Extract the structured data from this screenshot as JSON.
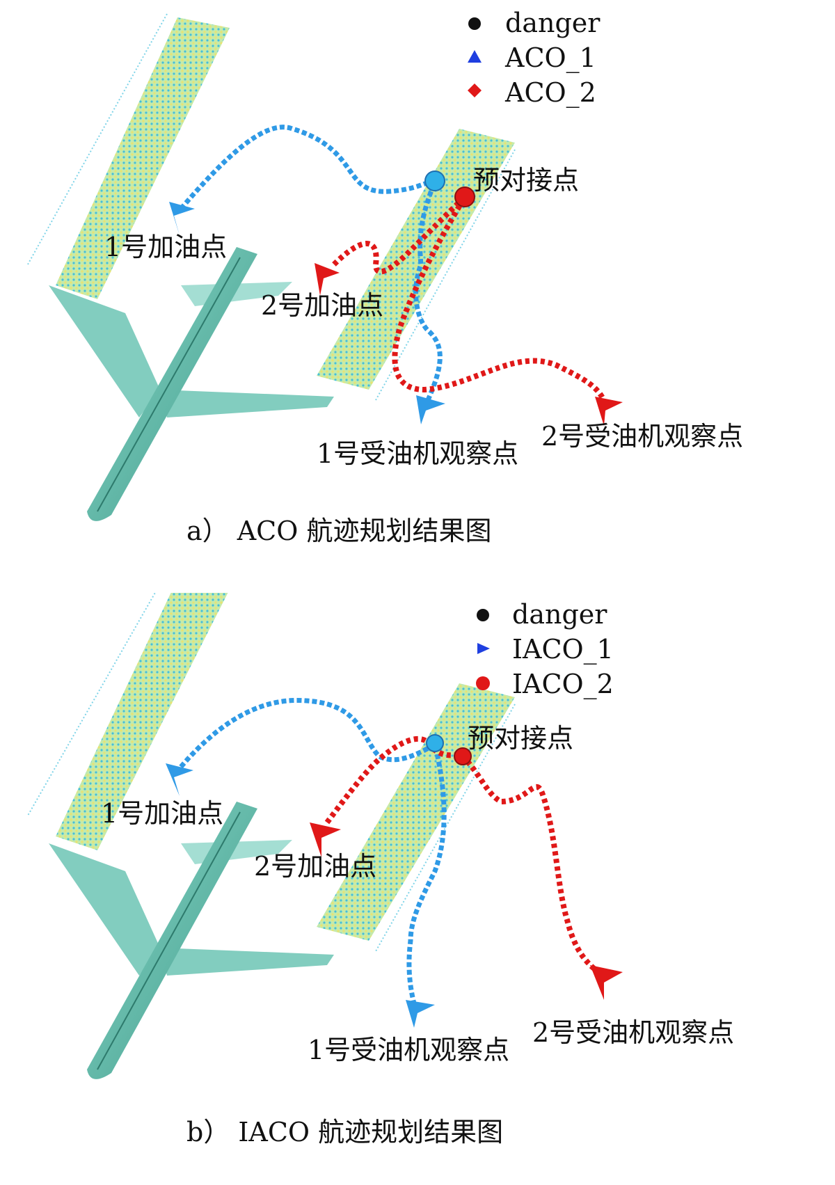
{
  "colors": {
    "danger": "#111111",
    "route1": "#2f9ae6",
    "route1_marker": "#1f3fe0",
    "route2": "#e01818",
    "aircraft": "#5bb8a8",
    "danger_band": "#7fd4e8"
  },
  "panels": [
    {
      "legend": [
        {
          "label": "danger",
          "marker": "dot-black"
        },
        {
          "label": "ACO_1",
          "marker": "triangle-blue"
        },
        {
          "label": "ACO_2",
          "marker": "diamond-red"
        }
      ],
      "labels": {
        "docking": "预对接点",
        "refuel1": "1号加油点",
        "refuel2": "2号加油点",
        "observe1": "1号受油机观察点",
        "observe2": "2号受油机观察点"
      },
      "caption": "a） ACO 航迹规划结果图"
    },
    {
      "legend": [
        {
          "label": "danger",
          "marker": "dot-black"
        },
        {
          "label": "IACO_1",
          "marker": "triangle-blue"
        },
        {
          "label": "IACO_2",
          "marker": "dot-red"
        }
      ],
      "labels": {
        "docking": "预对接点",
        "refuel1": "1号加油点",
        "refuel2": "2号加油点",
        "observe1": "1号受油机观察点",
        "observe2": "2号受油机观察点"
      },
      "caption": "b） IACO 航迹规划结果图"
    }
  ]
}
